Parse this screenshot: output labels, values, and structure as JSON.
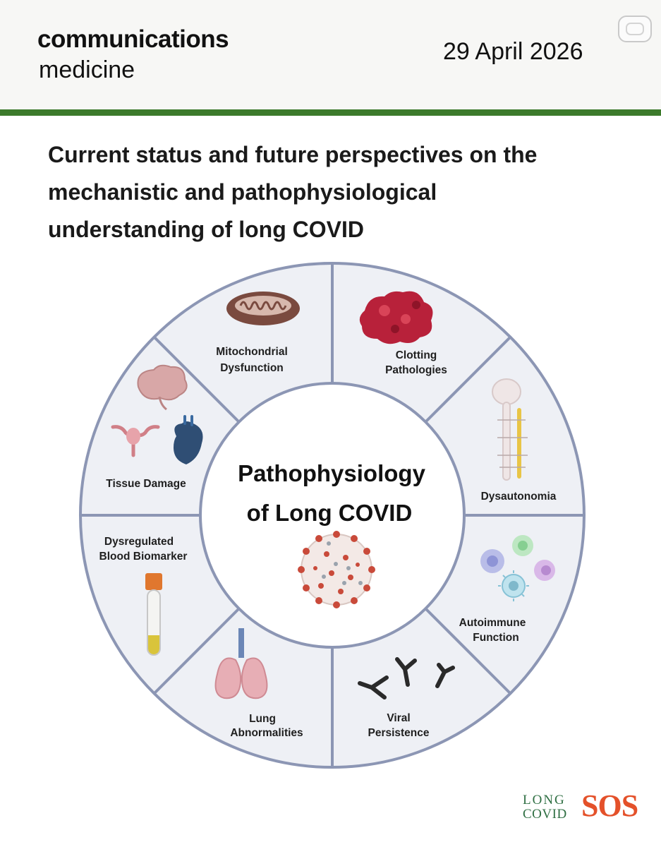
{
  "header": {
    "journal_line1": "communications",
    "journal_line2": "medicine",
    "date": "29 April 2026"
  },
  "article": {
    "title_lines": [
      "Current status and future perspectives on the",
      "mechanistic and pathophysiological",
      "understanding of long COVID"
    ]
  },
  "diagram": {
    "center_lines": [
      "Pathophysiology",
      "of Long COVID"
    ],
    "segments": [
      {
        "lines": [
          "Mitochondrial",
          "Dysfunction"
        ],
        "icon": "mitochondria-icon"
      },
      {
        "lines": [
          "Clotting",
          "Pathologies"
        ],
        "icon": "blood-clot-icon"
      },
      {
        "lines": [
          "Dysautonomia"
        ],
        "icon": "spinal-cord-icon"
      },
      {
        "lines": [
          "Autoimmune",
          "Function"
        ],
        "icon": "immune-cells-icon"
      },
      {
        "lines": [
          "Viral",
          "Persistence"
        ],
        "icon": "antibody-icon"
      },
      {
        "lines": [
          "Lung",
          "Abnormalities"
        ],
        "icon": "lungs-icon"
      },
      {
        "lines": [
          "Dysregulated",
          "Blood Biomarker"
        ],
        "icon": "blood-tube-icon"
      },
      {
        "lines": [
          "Tissue Damage"
        ],
        "icon": "organs-icon"
      }
    ],
    "colors": {
      "ring_fill": "#eef0f5",
      "ring_stroke": "#8c96b4",
      "virus_red": "#c94a3a",
      "clot_red": "#b8213a",
      "accent_green": "#3c7a2b"
    }
  },
  "logo": {
    "line1": "LONG",
    "line2": "COVID",
    "mark": "SOS"
  }
}
